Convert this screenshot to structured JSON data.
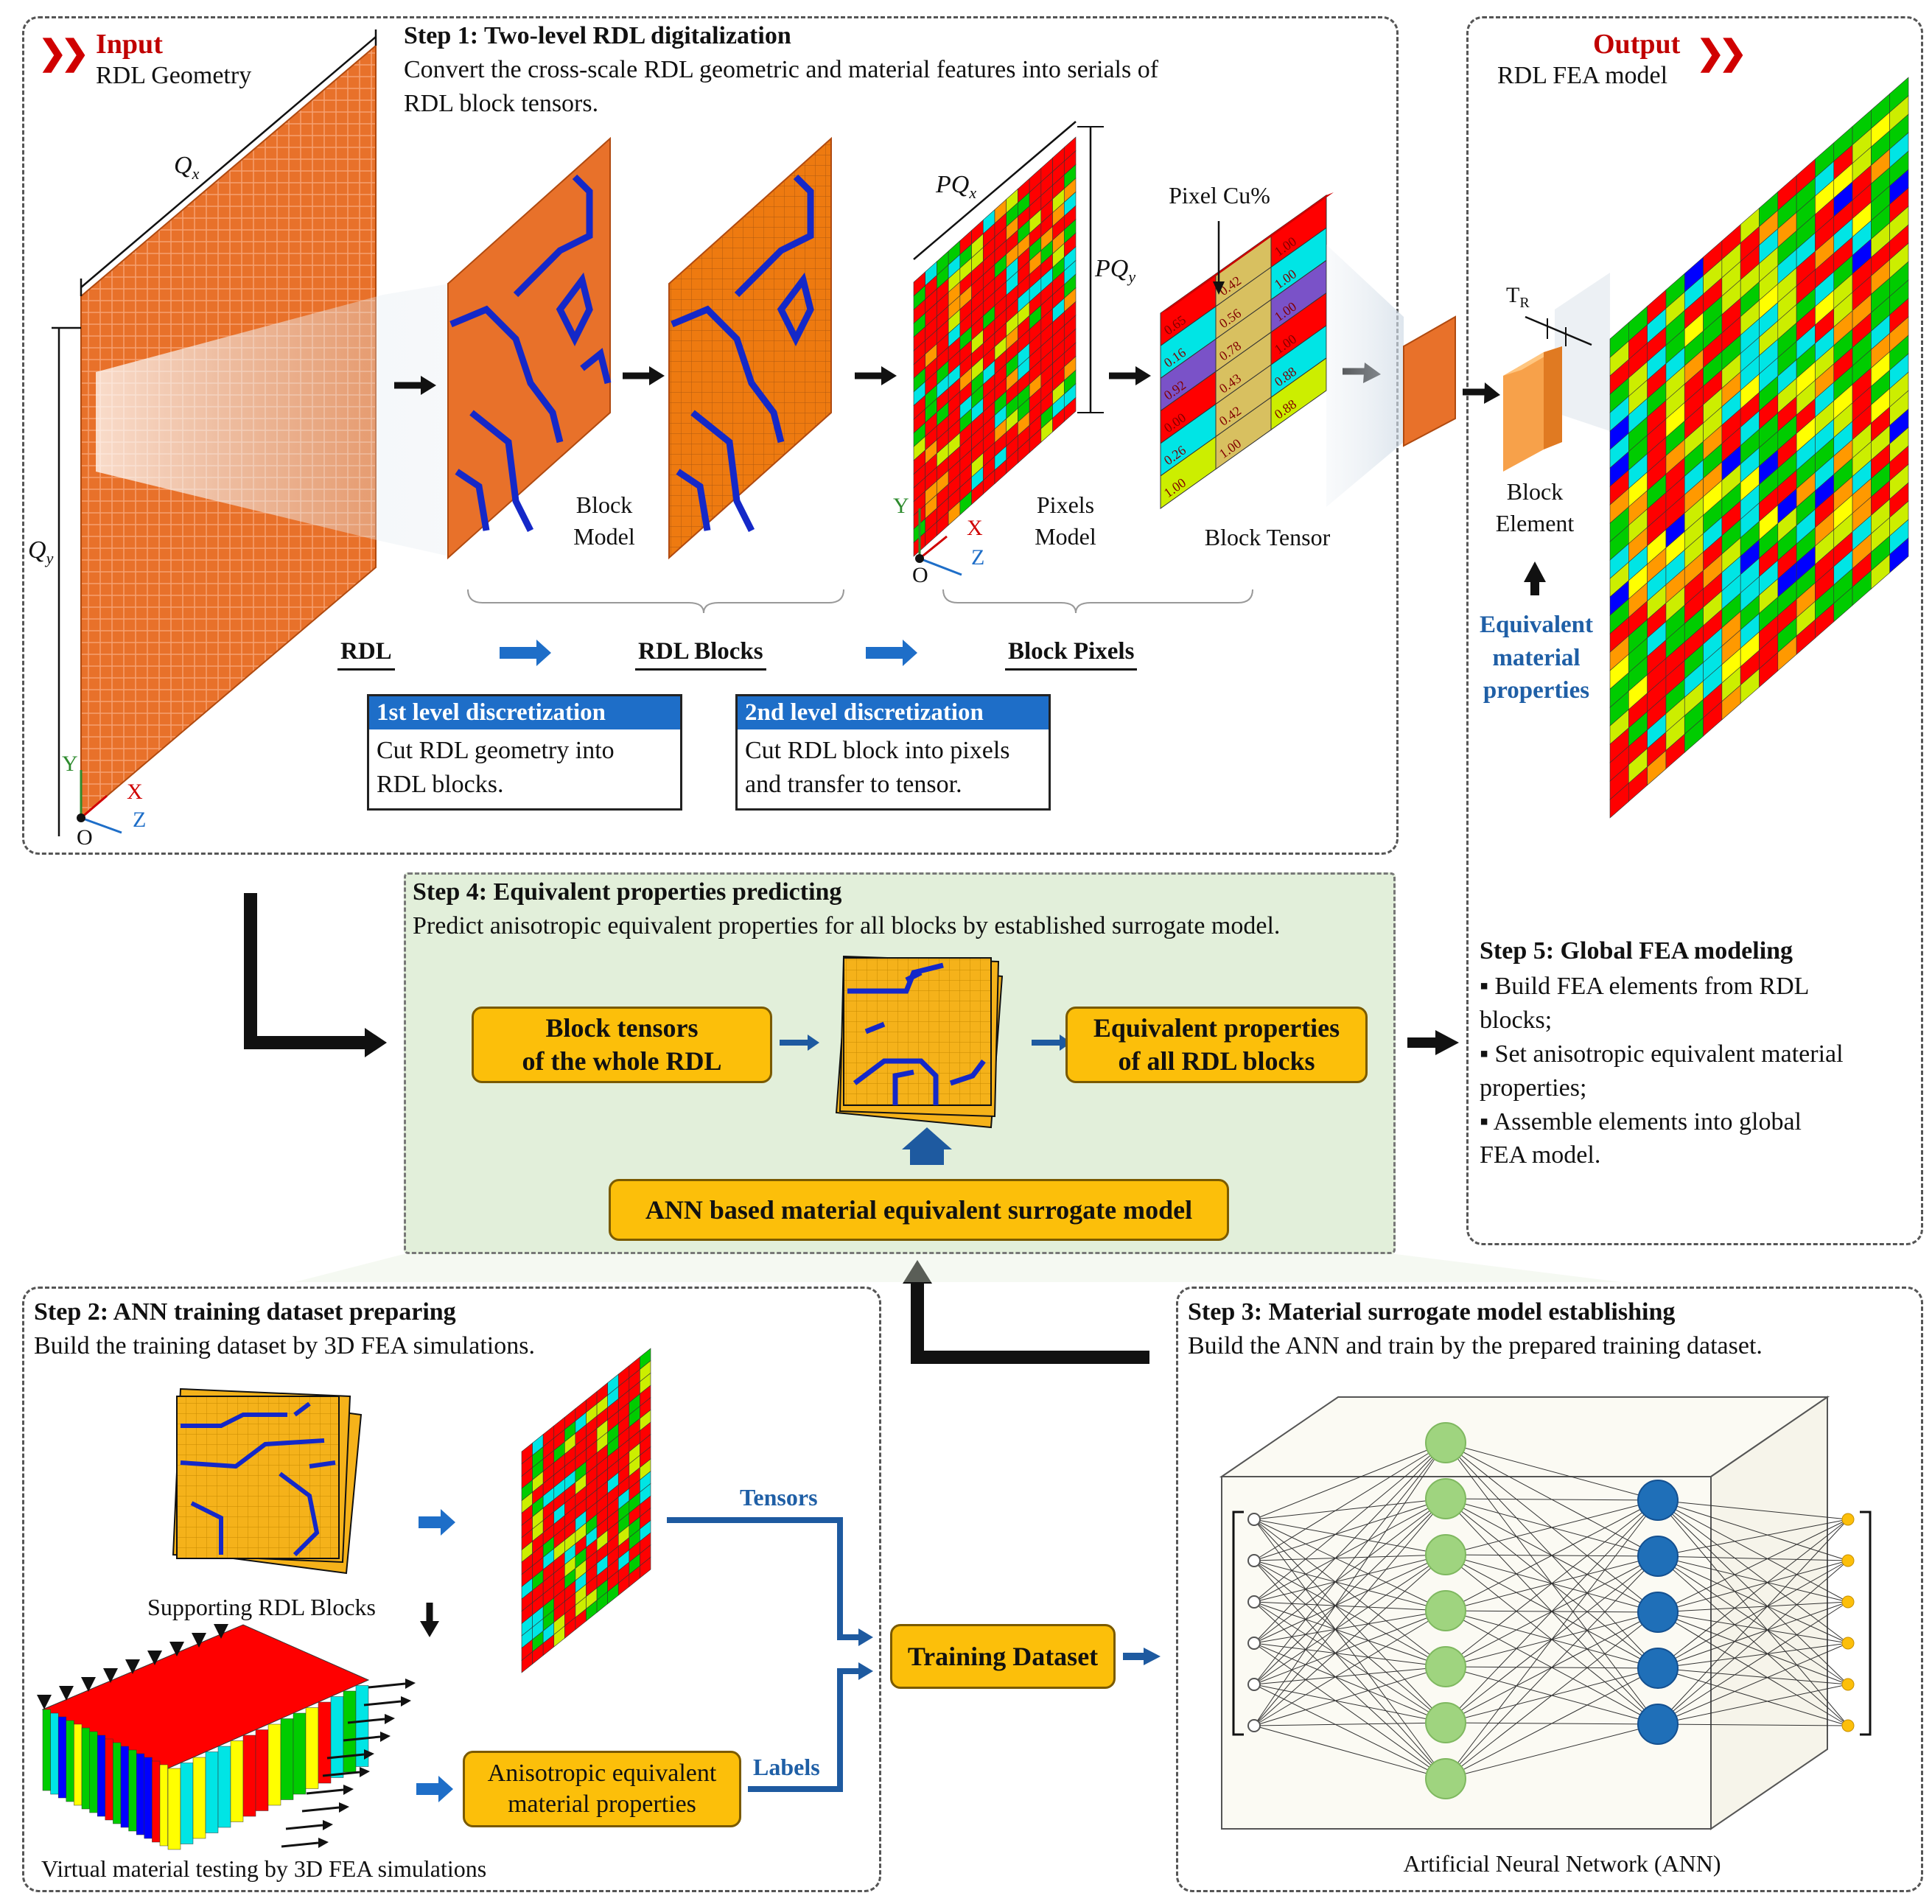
{
  "input": {
    "tag": "Input",
    "geometry": "RDL Geometry",
    "qx": "Q",
    "qx_sub": "x",
    "qy": "Q",
    "qy_sub": "y",
    "axis_y": "Y",
    "axis_x": "X",
    "axis_z": "Z",
    "origin": "O"
  },
  "step1": {
    "title": "Step 1: Two-level RDL digitalization",
    "desc1": "Convert the cross-scale RDL geometric and material features into serials of",
    "desc2": "RDL block tensors.",
    "block_model": [
      "Block",
      "Model"
    ],
    "pixels_model": [
      "Pixels",
      "Model"
    ],
    "block_tensor": "Block Tensor",
    "pixel_cu": "Pixel Cu%",
    "pqx": "PQ",
    "pqx_sub": "x",
    "pqy": "PQ",
    "pqy_sub": "y",
    "flow": [
      "RDL",
      "RDL Blocks",
      "Block Pixels"
    ],
    "disc1": {
      "head": "1st level discretization",
      "body": [
        "Cut RDL geometry into",
        "RDL blocks."
      ]
    },
    "disc2": {
      "head": "2nd level discretization",
      "body": [
        "Cut RDL block into pixels",
        "and transfer to tensor."
      ]
    },
    "tensor_values": [
      "1.00",
      "0.26",
      "0.00",
      "0.92",
      "0.16",
      "0.65",
      "1.00",
      "0.42",
      "0.43",
      "0.78",
      "0.56",
      "0.42",
      "0.88",
      "0.88",
      "1.00",
      "1.00",
      "1.00",
      "1.00"
    ]
  },
  "output": {
    "tag": "Output",
    "model": "RDL FEA model",
    "tr": "T",
    "tr_sub": "R",
    "block_element": [
      "Block",
      "Element"
    ],
    "equiv": [
      "Equivalent",
      "material",
      "properties"
    ]
  },
  "step4": {
    "title": "Step 4: Equivalent properties predicting",
    "desc": "Predict anisotropic equivalent properties for all blocks by established surrogate model.",
    "box_left": [
      "Block tensors",
      "of the whole RDL"
    ],
    "box_right": [
      "Equivalent properties",
      "of all RDL blocks"
    ],
    "box_bottom": "ANN based material equivalent surrogate model"
  },
  "step5": {
    "title": "Step 5: Global FEA modeling",
    "lines": [
      "▪ Build FEA elements from RDL",
      "blocks;",
      "▪ Set anisotropic equivalent material",
      "properties;",
      "▪ Assemble elements into global",
      "FEA model."
    ]
  },
  "step2": {
    "title": "Step 2: ANN training dataset preparing",
    "desc": "Build the training dataset by 3D FEA simulations.",
    "supporting": "Supporting RDL Blocks",
    "virtual": "Virtual material testing by 3D FEA simulations",
    "aniso": [
      "Anisotropic equivalent",
      "material properties"
    ],
    "tensors": "Tensors",
    "labels": "Labels",
    "training": "Training Dataset"
  },
  "step3": {
    "title": "Step 3: Material surrogate model establishing",
    "desc": "Build the ANN and train by the prepared training dataset.",
    "ann": "Artificial Neural Network (ANN)"
  },
  "colors": {
    "orange": "#e8712a",
    "trace": "#1428c8",
    "gold": "#fcbf0a",
    "flow_blue": "#1e5aa0",
    "pixel_palette": [
      "#ff0000",
      "#00cc00",
      "#00e5e5",
      "#ffff00",
      "#0000ff",
      "#ff9900",
      "#ccee00"
    ]
  }
}
